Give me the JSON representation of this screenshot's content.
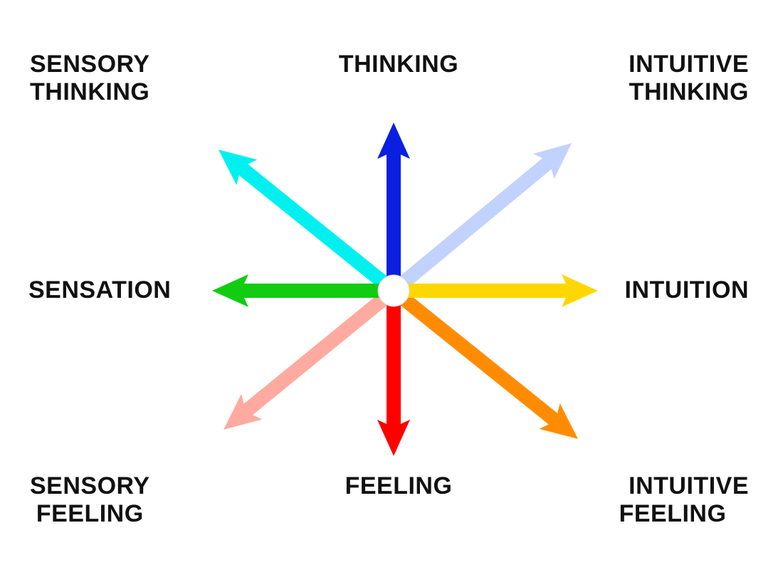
{
  "labels": {
    "sensory_thinking": [
      "SENSORY",
      "THINKING"
    ],
    "thinking": "THINKING",
    "intuitive_thinking": [
      "INTUITIVE",
      "THINKING"
    ],
    "sensation": "SENSATION",
    "intuition": "INTUITION",
    "sensory_feeling": [
      "SENSORY",
      "FEELING"
    ],
    "feeling": "FEELING",
    "intuitive_feeling": [
      "INTUITIVE",
      "FEELING"
    ]
  },
  "arrows": {
    "thinking": {
      "color": "#0a1fe0",
      "direction": "up"
    },
    "intuitive_thinking": {
      "color": "#c2d2ff",
      "direction": "up-right"
    },
    "intuition": {
      "color": "#ffd700",
      "direction": "right"
    },
    "intuitive_feeling": {
      "color": "#ff8c00",
      "direction": "down-right"
    },
    "feeling": {
      "color": "#ff0000",
      "direction": "down"
    },
    "sensory_feeling": {
      "color": "#ffaaa0",
      "direction": "down-left"
    },
    "sensation": {
      "color": "#11cc11",
      "direction": "left"
    },
    "sensory_thinking": {
      "color": "#00f0f0",
      "direction": "up-left"
    }
  },
  "hub": {
    "color": "#ffffff",
    "stroke": "#dddddd"
  }
}
